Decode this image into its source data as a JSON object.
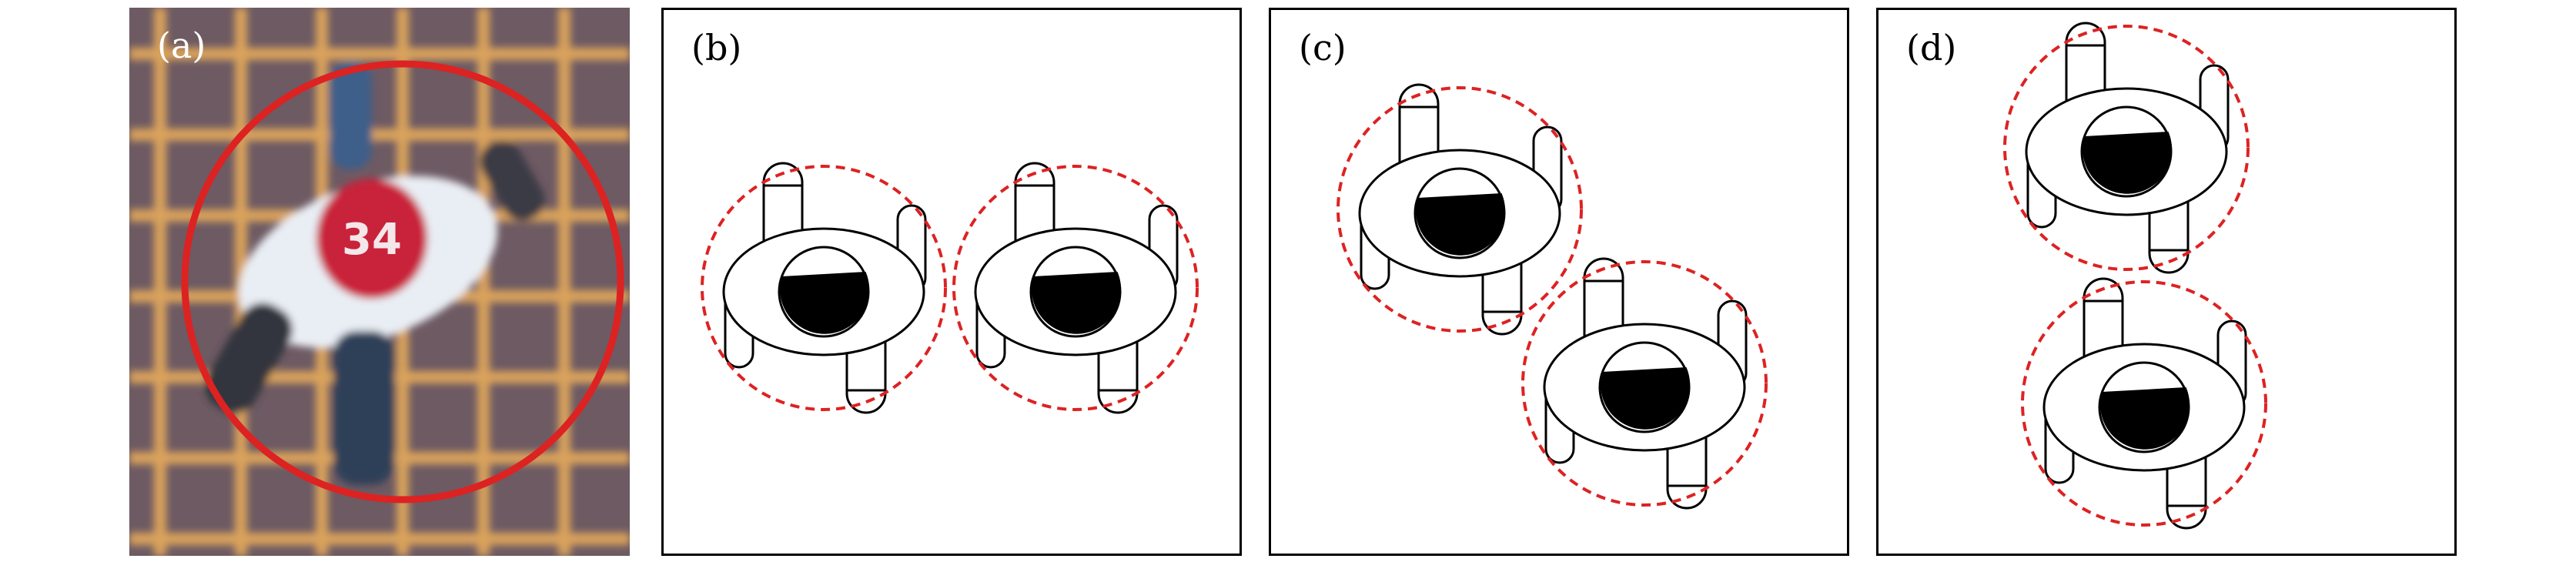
{
  "panels": [
    {
      "label": "(a)"
    },
    {
      "label": "(b)"
    },
    {
      "label": "(c)"
    },
    {
      "label": "(d)"
    }
  ],
  "photo": {
    "bib_number": "34"
  },
  "colors": {
    "marker_circle": "#dd2222",
    "dashed_circle": "#dd2222",
    "outline": "#000000",
    "head": "#000000",
    "floor_grid": "#d9a25c",
    "floor_tile": "#6d5a63"
  }
}
